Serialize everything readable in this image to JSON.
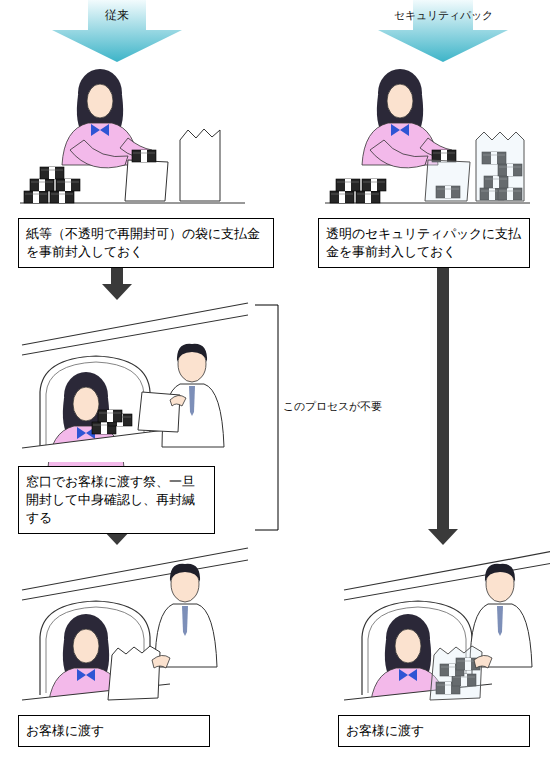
{
  "diagram": {
    "nodes": [
      {
        "text": [
          "紙等（不透明で再開封可）の袋に支払金を事前封入しておく"
        ]
      },
      {
        "text": [
          "窓口でお客様に渡す祭、一旦開封して中身確認し、再封緘する"
        ]
      },
      {
        "text": [
          "お客様に渡す"
        ]
      },
      {
        "text": [
          "透明のセキュリティパックに支払金を事前封入しておく"
        ]
      },
      {
        "text": [
          "お客様に渡す"
        ]
      }
    ],
    "edges": [
      {
        "from": 0,
        "to": 1,
        "arrow": "to"
      },
      {
        "from": 1,
        "to": 2,
        "arrow": "to"
      },
      {
        "from": 3,
        "to": 4,
        "arrow": "to"
      }
    ],
    "labels": [
      "従来",
      "セキュリティパック",
      "このプロセスが不要"
    ]
  }
}
